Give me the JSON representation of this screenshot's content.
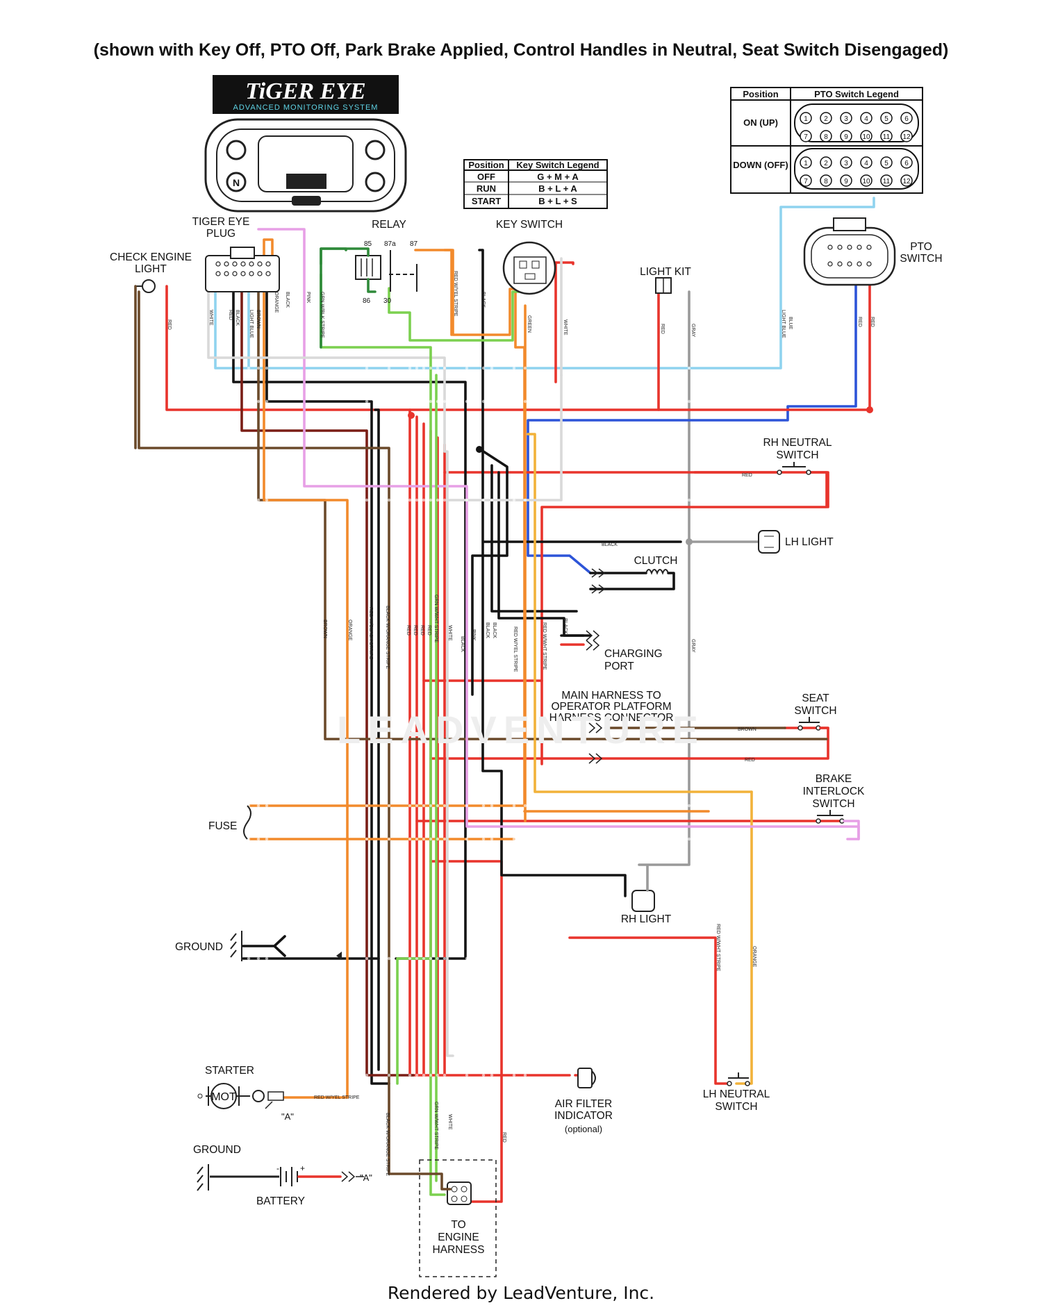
{
  "header": "(shown with Key Off, PTO Off, Park Brake Applied, Control Handles in Neutral, Seat Switch Disengaged)",
  "footer": "Rendered by LeadVenture, Inc.",
  "logo": {
    "title": "TiGER EYE",
    "subtitle": "ADVANCED MONITORING SYSTEM"
  },
  "key_switch_legend": {
    "headers": [
      "Position",
      "Key Switch Legend"
    ],
    "rows": [
      [
        "OFF",
        "G + M + A"
      ],
      [
        "RUN",
        "B + L + A"
      ],
      [
        "START",
        "B + L + S"
      ]
    ]
  },
  "pto_switch_legend": {
    "headers": [
      "Position",
      "PTO Switch Legend"
    ],
    "rows": [
      [
        "ON (UP)"
      ],
      [
        "DOWN (OFF)"
      ]
    ],
    "pins_top": [
      "1",
      "2",
      "3",
      "4",
      "5",
      "6"
    ],
    "pins_bottom": [
      "7",
      "8",
      "9",
      "10",
      "11",
      "12"
    ]
  },
  "relay": {
    "label": "RELAY",
    "pins": [
      "85",
      "87a",
      "87",
      "86",
      "30"
    ]
  },
  "components": {
    "tiger_eye_plug": "TIGER EYE PLUG",
    "check_engine": "CHECK ENGINE LIGHT",
    "key_switch": "KEY SWITCH",
    "light_kit": "LIGHT KIT",
    "pto_switch": "PTO SWITCH",
    "rh_neutral": "RH NEUTRAL SWITCH",
    "lh_light": "LH LIGHT",
    "clutch": "CLUTCH",
    "charging_port": "CHARGING PORT",
    "main_harness": "MAIN HARNESS TO OPERATOR PLATFORM HARNESS CONNECTOR",
    "seat_switch": "SEAT SWITCH",
    "brake_interlock": "BRAKE INTERLOCK SWITCH",
    "fuse": "FUSE",
    "rh_light": "RH LIGHT",
    "ground_mid": "GROUND",
    "starter": "STARTER",
    "starter_mot": "MOT",
    "starter_a": "\"A\"",
    "air_filter": "AIR FILTER INDICATOR",
    "air_filter_opt": "(optional)",
    "lh_neutral": "LH NEUTRAL SWITCH",
    "ground_bot": "GROUND",
    "battery": "BATTERY",
    "battery_a": "\"A\"",
    "engine_harness": "TO ENGINE HARNESS"
  },
  "wire_labels": {
    "red": "RED",
    "white": "WHITE",
    "black": "BLACK",
    "light_blue": "LIGHT BLUE",
    "brown": "BROWN",
    "orange": "ORANGE",
    "pink": "PINK",
    "gray": "GRAY",
    "green": "GREEN",
    "blue": "BLUE",
    "grn_wblk": "GRN W/BLK STRIPE",
    "red_wyel": "RED W/YEL STRIPE",
    "red_wblk": "RED W/BLACK STRIPE",
    "blk_worg": "BLACK W/ORANGE STRIPE",
    "grn_wwht": "GRN W/WHT STRIPE",
    "red_wwht": "RED W/WHT STRIPE"
  },
  "colors": {
    "red": "#e8342c",
    "black": "#141414",
    "brown": "#6b4a2b",
    "orange": "#f28a2c",
    "gold": "#f2b23a",
    "green": "#7bd04f",
    "darkgreen": "#2f8a3a",
    "pink": "#e7a0e6",
    "white": "#d9d9d9",
    "gray": "#9a9a9a",
    "lightblue": "#8fd3ef",
    "blue": "#2d54d8",
    "darkred": "#7a1e16"
  }
}
